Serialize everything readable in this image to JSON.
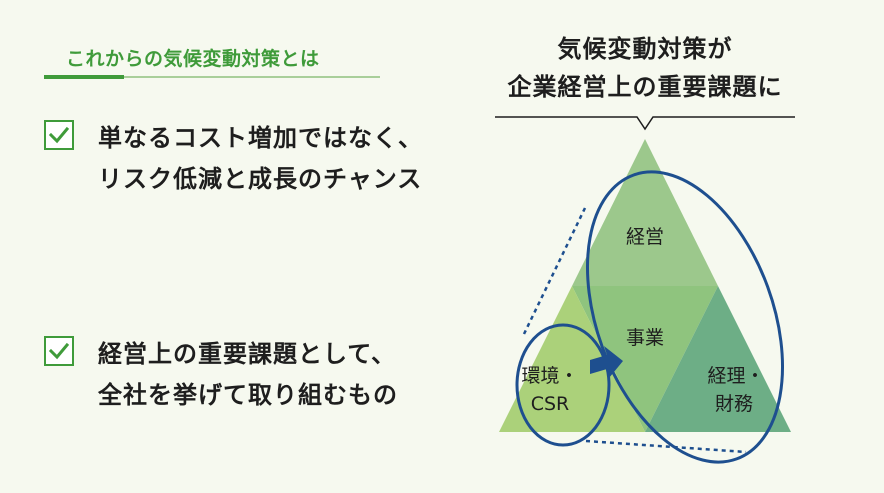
{
  "left": {
    "heading": "これからの気候変動対策とは",
    "points": [
      {
        "text": "単なるコスト増加ではなく、\nリスク低減と成長のチャンス"
      },
      {
        "text": "経営上の重要課題として、\n全社を挙げて取り組むもの"
      }
    ]
  },
  "diagram": {
    "title": "気候変動対策が\n企業経営上の重要課題に",
    "sections": {
      "top": "経営",
      "middle": "事業",
      "bottom_left": [
        "環境・",
        "CSR"
      ],
      "bottom_right": [
        "経理・",
        "財務"
      ]
    }
  },
  "colors": {
    "accent_green": "#3f9b3a",
    "top_triangle": "#9cc88c",
    "middle_triangle": "#8fc47e",
    "left_triangle": "#abd17a",
    "right_triangle": "#6dae86",
    "ellipse_blue": "#1e4f8f",
    "background": "#f6f9ef"
  }
}
